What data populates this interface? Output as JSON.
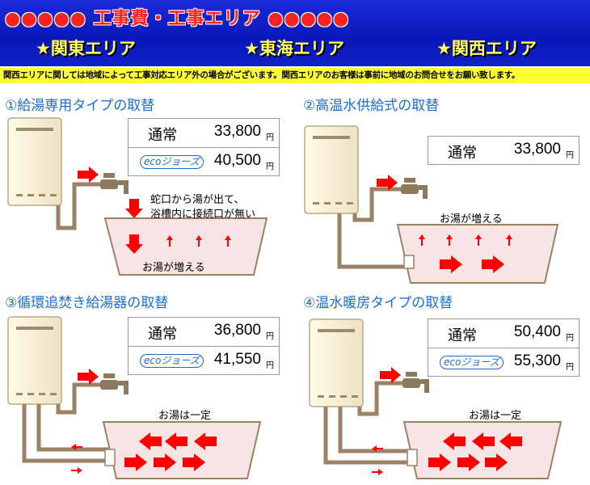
{
  "header": {
    "title": "●●●●● 工事費・工事エリア ●●●●●",
    "areas": [
      "★関東エリア",
      "★東海エリア",
      "★関西エリア"
    ],
    "notice": "関西エリアに関しては地域によって工事対応エリア外の場合がございます。関西エリアのお客様は事前に地域のお問合せをお願い致します。"
  },
  "sections": [
    {
      "title": "①給湯専用タイプの取替",
      "prices": [
        {
          "label": "通常",
          "value": "33,800",
          "unit": "円"
        },
        {
          "label": "ecoジョーズ",
          "value": "40,500",
          "unit": "円"
        }
      ],
      "notes": [
        "蛇口から湯が出て、",
        "浴槽内に接続口が無い",
        "お湯が増える"
      ]
    },
    {
      "title": "②高温水供給式の取替",
      "prices": [
        {
          "label": "通常",
          "value": "33,800",
          "unit": "円"
        }
      ],
      "notes": [
        "お湯が増える"
      ]
    },
    {
      "title": "③循環追焚き給湯器の取替",
      "prices": [
        {
          "label": "通常",
          "value": "36,800",
          "unit": "円"
        },
        {
          "label": "ecoジョーズ",
          "value": "41,550",
          "unit": "円"
        }
      ],
      "notes": [
        "お湯は一定"
      ]
    },
    {
      "title": "④温水暖房タイプの取替",
      "prices": [
        {
          "label": "通常",
          "value": "50,400",
          "unit": "円"
        },
        {
          "label": "ecoジョーズ",
          "value": "55,300",
          "unit": "円"
        }
      ],
      "notes": [
        "お湯は一定"
      ]
    }
  ],
  "colors": {
    "header": "#1226c8",
    "title": "#ff2222",
    "area": "#ffff66",
    "notice_bg": "#ffff33",
    "section_title": "#1a6ed8",
    "arrow": "#ff0000",
    "pipe": "#9b8266",
    "tub": "#f7e4e4"
  }
}
